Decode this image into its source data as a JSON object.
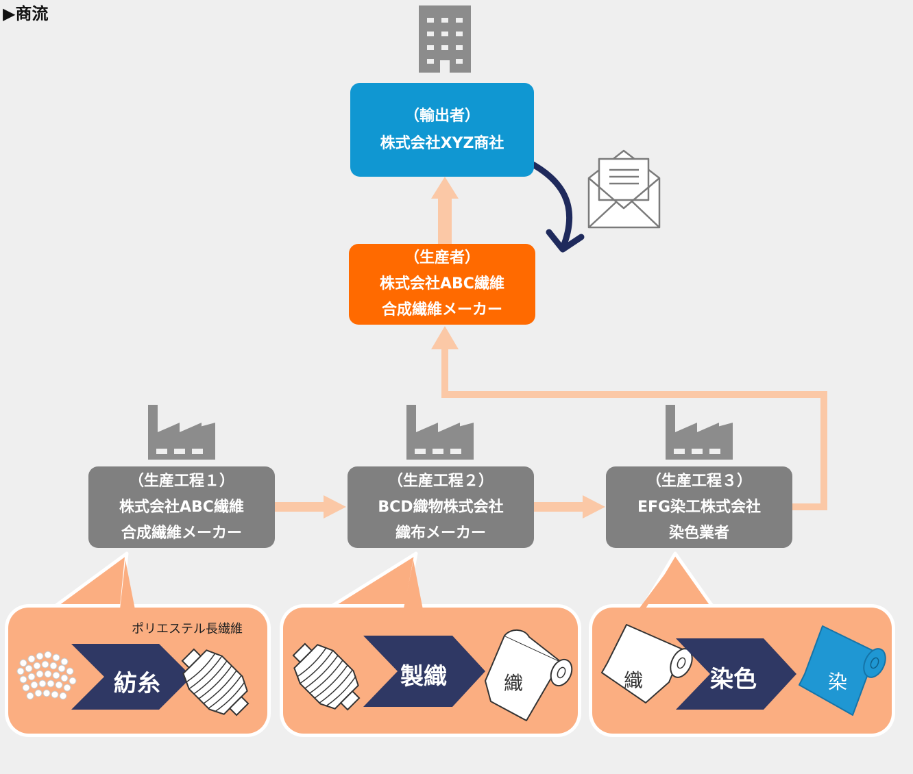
{
  "header": {
    "title": "▶商流"
  },
  "exporter": {
    "line1": "（輸出者）",
    "line2": "株式会社XYZ商社"
  },
  "producer": {
    "line1": "（生産者）",
    "line2": "株式会社ABC繊維",
    "line3": "合成繊維メーカー"
  },
  "steps": [
    {
      "line1": "（生産工程１）",
      "line2": "株式会社ABC繊維",
      "line3": "合成繊維メーカー"
    },
    {
      "line1": "（生産工程２）",
      "line2": "BCD織物株式会社",
      "line3": "織布メーカー"
    },
    {
      "line1": "（生産工程３）",
      "line2": "EFG染工株式会社",
      "line3": "染色業者"
    }
  ],
  "panels": [
    {
      "caption": "ポリエステル長繊維",
      "process": "紡糸"
    },
    {
      "process": "製織",
      "roll_label": "織"
    },
    {
      "input_label": "織",
      "process": "染色",
      "output_label": "染"
    }
  ],
  "colors": {
    "exporter": "#1097d2",
    "producer": "#ff6a00",
    "step": "#808080",
    "panel": "#fbae81",
    "chevron": "#2f3864",
    "connector": "#fbc8a6",
    "curved_arrow": "#1f2a5c",
    "dyed_roll": "#1f97d3",
    "icon_gray": "#8c8c8c"
  },
  "icons": [
    "building-icon",
    "factory-icon",
    "envelope-icon",
    "pellets-icon",
    "yarn-bobbin-icon",
    "fabric-roll-icon"
  ]
}
